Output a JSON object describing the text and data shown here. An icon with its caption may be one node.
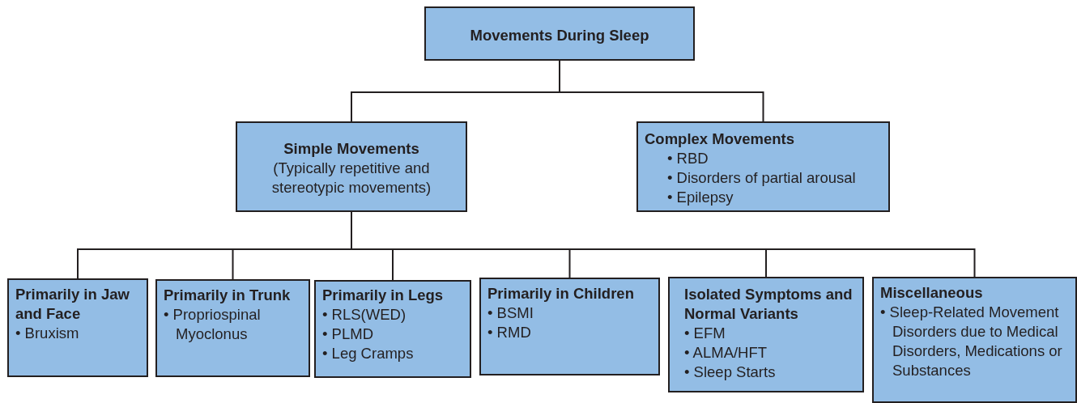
{
  "diagram": {
    "nodes": [
      {
        "text": [
          "Movements During Sleep"
        ]
      },
      {
        "text": [
          "Simple Movements",
          "(Typically repetitive and stereotypic movements)"
        ]
      },
      {
        "text": [
          "Complex Movements",
          "• RBD",
          "• Disorders of partial arousal",
          "• Epilepsy"
        ]
      },
      {
        "text": [
          "Primarily in Jaw and Face",
          "• Bruxism"
        ]
      },
      {
        "text": [
          "Primarily in Trunk",
          "• Propriospinal Myoclonus"
        ]
      },
      {
        "text": [
          "Primarily in Legs",
          "• RLS(WED)",
          "• PLMD",
          "• Leg Cramps"
        ]
      },
      {
        "text": [
          "Primarily in Children",
          "• BSMI",
          "• RMD"
        ]
      },
      {
        "text": [
          "Isolated Symptoms and Normal Variants",
          "• EFM",
          "• ALMA/HFT",
          "• Sleep Starts"
        ]
      },
      {
        "text": [
          "Miscellaneous",
          "• Sleep-Related Movement Disorders due to Medical Disorders, Medications or Substances"
        ]
      }
    ],
    "edges": [
      {
        "from": 0,
        "to": 1,
        "arrow": "none"
      },
      {
        "from": 0,
        "to": 2,
        "arrow": "none"
      },
      {
        "from": 1,
        "to": 3,
        "arrow": "none"
      },
      {
        "from": 1,
        "to": 4,
        "arrow": "none"
      },
      {
        "from": 1,
        "to": 5,
        "arrow": "none"
      },
      {
        "from": 1,
        "to": 6,
        "arrow": "none"
      },
      {
        "from": 1,
        "to": 7,
        "arrow": "none"
      },
      {
        "from": 1,
        "to": 8,
        "arrow": "none"
      }
    ]
  }
}
